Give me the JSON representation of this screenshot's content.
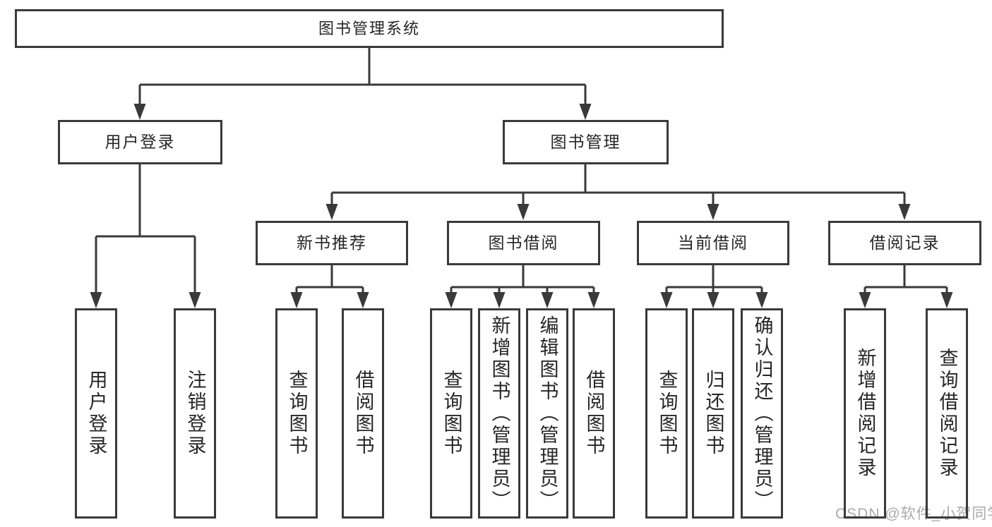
{
  "colors": {
    "line": "#3a3a3a",
    "box_border": "#3a3a3a",
    "text": "#262626",
    "watermark_text": "#ababab",
    "background": "#ffffff"
  },
  "tree": {
    "root": {
      "label": "图书管理系统"
    },
    "level2": [
      {
        "label": "用户登录",
        "children": [
          {
            "label": "用户登录"
          },
          {
            "label": "注销登录"
          }
        ]
      },
      {
        "label": "图书管理",
        "children": [
          {
            "label": "新书推荐",
            "children": [
              {
                "label": "查询图书"
              },
              {
                "label": "借阅图书"
              }
            ]
          },
          {
            "label": "图书借阅",
            "children": [
              {
                "label": "查询图书"
              },
              {
                "label": "新增图书（管理员）"
              },
              {
                "label": "编辑图书（管理员）"
              },
              {
                "label": "借阅图书"
              }
            ]
          },
          {
            "label": "当前借阅",
            "children": [
              {
                "label": "查询图书"
              },
              {
                "label": "归还图书"
              },
              {
                "label": "确认归还（管理员）"
              }
            ]
          },
          {
            "label": "借阅记录",
            "children": [
              {
                "label": "新增借阅记录"
              },
              {
                "label": "查询借阅记录"
              }
            ]
          }
        ]
      }
    ]
  },
  "watermark": {
    "text": "CSDN @软件_小贺同学"
  }
}
